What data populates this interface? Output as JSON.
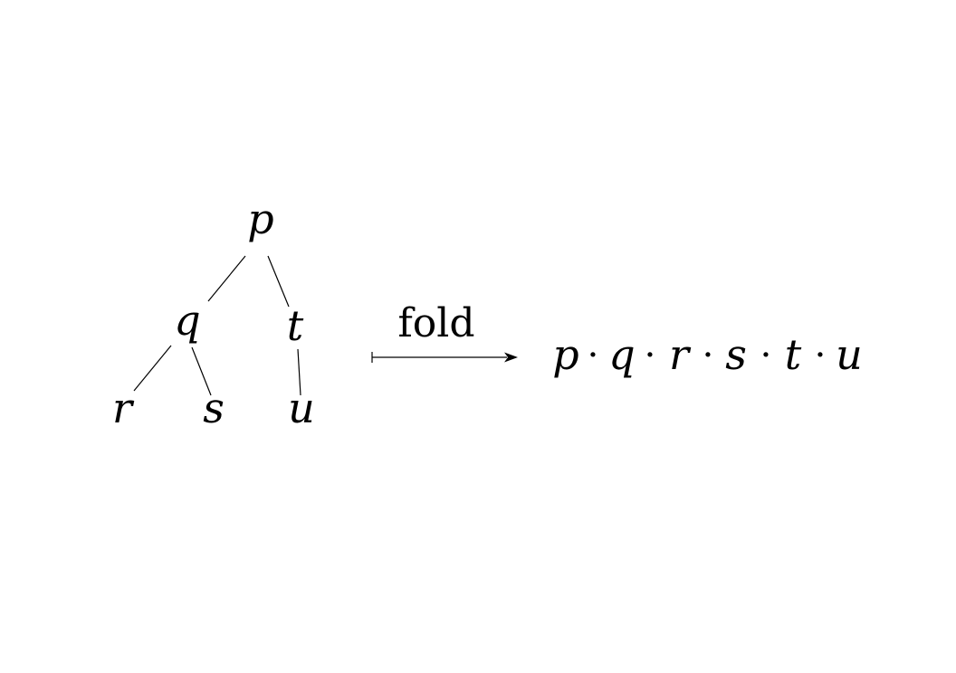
{
  "tree": {
    "nodes": [
      "p",
      "q",
      "t",
      "r",
      "s",
      "u"
    ],
    "edges": [
      [
        "p",
        "q"
      ],
      [
        "p",
        "t"
      ],
      [
        "q",
        "r"
      ],
      [
        "q",
        "s"
      ],
      [
        "t",
        "u"
      ]
    ]
  },
  "arrow": {
    "label": "fold"
  },
  "result": {
    "terms": [
      "p",
      "q",
      "r",
      "s",
      "t",
      "u"
    ],
    "operator": "·"
  }
}
